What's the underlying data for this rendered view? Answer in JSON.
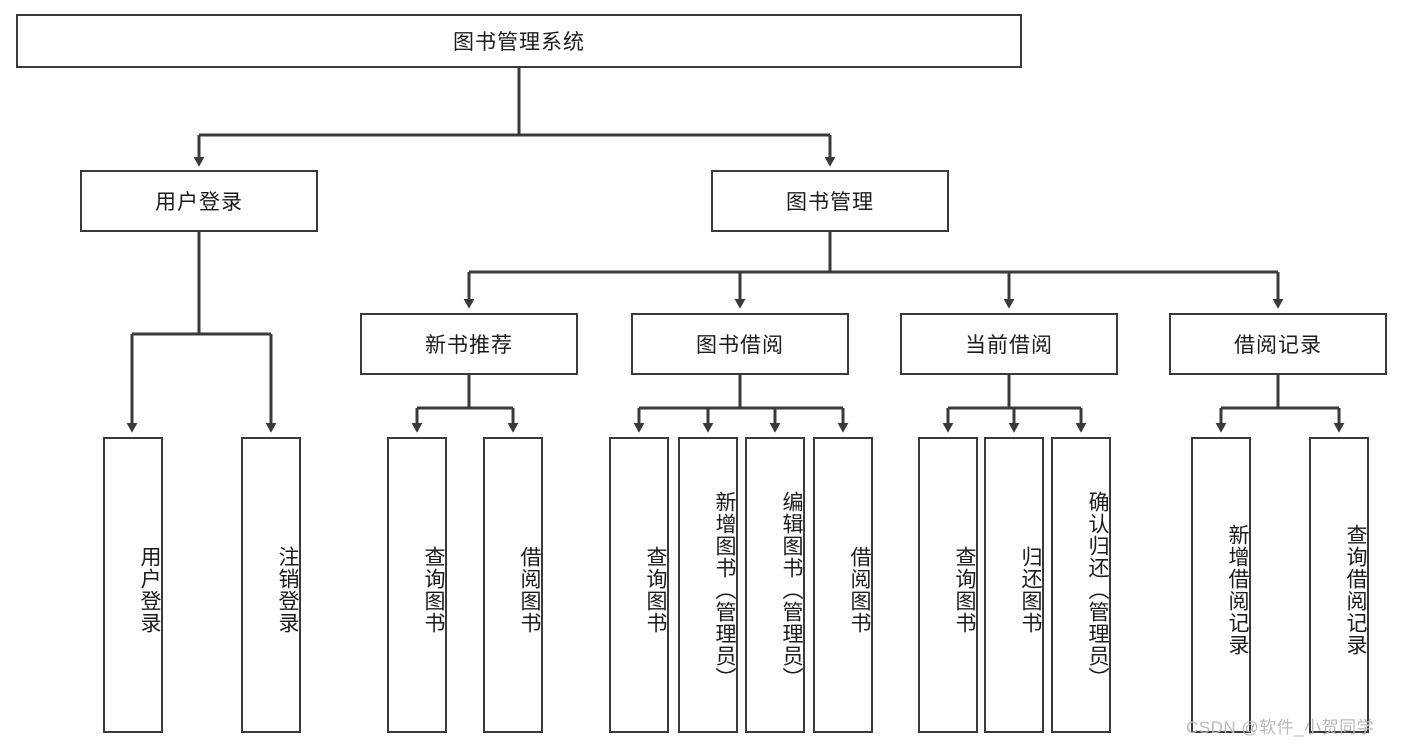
{
  "diagram": {
    "title": "图书管理系统",
    "type": "tree-hierarchy",
    "root": {
      "label": "图书管理系统"
    },
    "level2": [
      {
        "label": "用户登录"
      },
      {
        "label": "图书管理"
      }
    ],
    "level3": [
      {
        "label": "新书推荐"
      },
      {
        "label": "图书借阅"
      },
      {
        "label": "当前借阅"
      },
      {
        "label": "借阅记录"
      }
    ],
    "leaves": {
      "user_login": [
        {
          "label": "用户登录"
        },
        {
          "label": "注销登录"
        }
      ],
      "new_book_recommend": [
        {
          "label": "查询图书"
        },
        {
          "label": "借阅图书"
        }
      ],
      "book_borrow": [
        {
          "label": "查询图书"
        },
        {
          "label": "新增图书（管理员）"
        },
        {
          "label": "编辑图书（管理员）"
        },
        {
          "label": "借阅图书"
        }
      ],
      "current_borrow": [
        {
          "label": "查询图书"
        },
        {
          "label": "归还图书"
        },
        {
          "label": "确认归还（管理员）"
        }
      ],
      "borrow_record": [
        {
          "label": "新增借阅记录"
        },
        {
          "label": "查询借阅记录"
        }
      ]
    },
    "watermark": "CSDN @软件_小贺同学",
    "colors": {
      "stroke": "#3a3a3a",
      "fill": "#ffffff",
      "text": "#1b1b1b",
      "watermark": "#b9b9b9"
    }
  }
}
